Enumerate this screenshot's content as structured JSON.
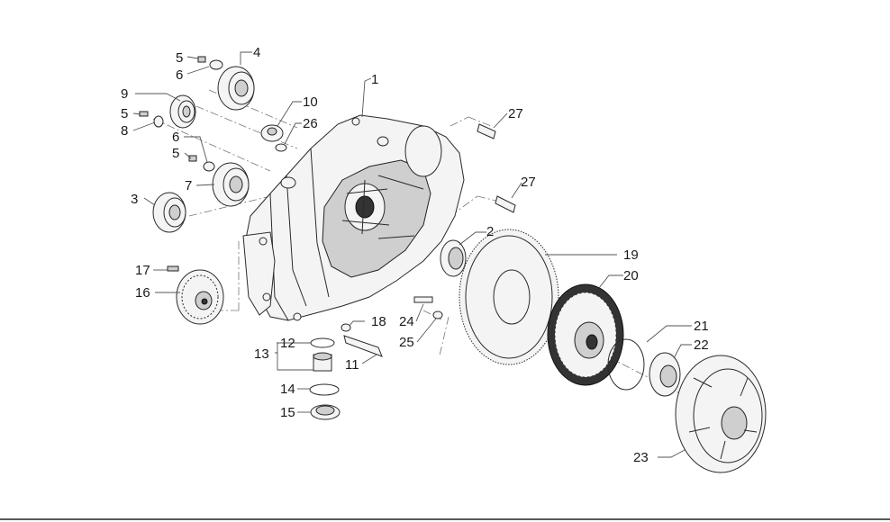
{
  "callouts": [
    {
      "id": "1",
      "text": "1"
    },
    {
      "id": "2",
      "text": "2"
    },
    {
      "id": "3",
      "text": "3"
    },
    {
      "id": "4",
      "text": "4"
    },
    {
      "id": "5a",
      "text": "5"
    },
    {
      "id": "5b",
      "text": "5"
    },
    {
      "id": "5c",
      "text": "5"
    },
    {
      "id": "6a",
      "text": "6"
    },
    {
      "id": "6b",
      "text": "6"
    },
    {
      "id": "7",
      "text": "7"
    },
    {
      "id": "8",
      "text": "8"
    },
    {
      "id": "9",
      "text": "9"
    },
    {
      "id": "10",
      "text": "10"
    },
    {
      "id": "11",
      "text": "11"
    },
    {
      "id": "12",
      "text": "12"
    },
    {
      "id": "13",
      "text": "13"
    },
    {
      "id": "14",
      "text": "14"
    },
    {
      "id": "15",
      "text": "15"
    },
    {
      "id": "16",
      "text": "16"
    },
    {
      "id": "17",
      "text": "17"
    },
    {
      "id": "18",
      "text": "18"
    },
    {
      "id": "19",
      "text": "19"
    },
    {
      "id": "20",
      "text": "20"
    },
    {
      "id": "21",
      "text": "21"
    },
    {
      "id": "22",
      "text": "22"
    },
    {
      "id": "23",
      "text": "23"
    },
    {
      "id": "24",
      "text": "24"
    },
    {
      "id": "25",
      "text": "25"
    },
    {
      "id": "26",
      "text": "26"
    },
    {
      "id": "27a",
      "text": "27"
    },
    {
      "id": "27b",
      "text": "27"
    }
  ],
  "colors": {
    "line": "#2a2a2a",
    "text": "#1a1a1a",
    "background": "#ffffff"
  }
}
